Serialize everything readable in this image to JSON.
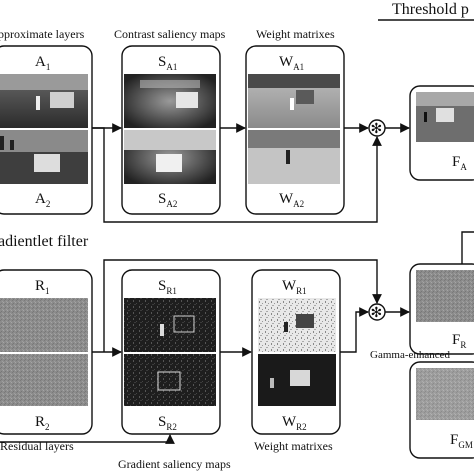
{
  "headers": {
    "threshold": "Threshold p",
    "approx_layers": "pproximate layers",
    "contrast_maps": "Contrast saliency maps",
    "weight_matrixes_top": "Weight matrixes",
    "gradientlet": "adientlet filter",
    "residual_layers": "Residual layers",
    "gradient_maps": "Gradient saliency maps",
    "weight_matrixes_bottom": "Weight matrixes",
    "gamma": "Gamma-enhanced"
  },
  "labels": {
    "A1": {
      "main": "A",
      "sub": "1"
    },
    "A2": {
      "main": "A",
      "sub": "2"
    },
    "SA1": {
      "main": "S",
      "sub": "A1"
    },
    "SA2": {
      "main": "S",
      "sub": "A2"
    },
    "WA1": {
      "main": "W",
      "sub": "A1"
    },
    "WA2": {
      "main": "W",
      "sub": "A2"
    },
    "FA": {
      "main": "F",
      "sub": "A"
    },
    "R1": {
      "main": "R",
      "sub": "1"
    },
    "R2": {
      "main": "R",
      "sub": "2"
    },
    "SR1": {
      "main": "S",
      "sub": "R1"
    },
    "SR2": {
      "main": "S",
      "sub": "R2"
    },
    "WR1": {
      "main": "W",
      "sub": "R1"
    },
    "WR2": {
      "main": "W",
      "sub": "R2"
    },
    "FR": {
      "main": "F",
      "sub": "R"
    },
    "FGM": {
      "main": "F",
      "sub": "GM"
    }
  },
  "operator": "✻"
}
